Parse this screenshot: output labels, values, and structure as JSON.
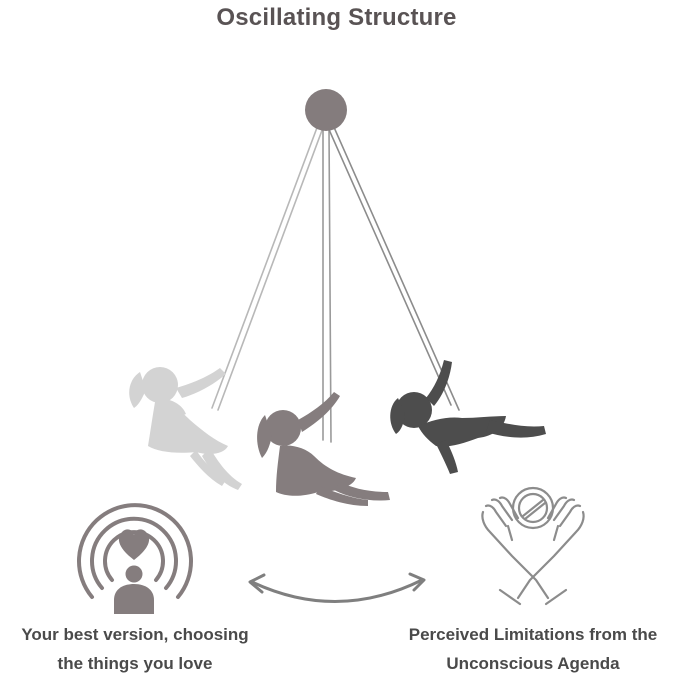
{
  "title": "Oscillating Structure",
  "colors": {
    "light_child": "#d2d2d2",
    "mid_child": "#857d7e",
    "dark_child": "#4f4f4f",
    "pivot": "#847c7d",
    "rope": "#8a8a8a",
    "text": "#4a4a4a"
  },
  "left_caption": {
    "line1": "Your best version, choosing",
    "line2": "the things you love",
    "icon": "heart-person-target-icon"
  },
  "right_caption": {
    "line1": "Perceived Limitations from the",
    "line2": "Unconscious Agenda",
    "icon": "crossed-hands-prohibited-icon"
  },
  "connector_icon": "double-arrow-icon"
}
